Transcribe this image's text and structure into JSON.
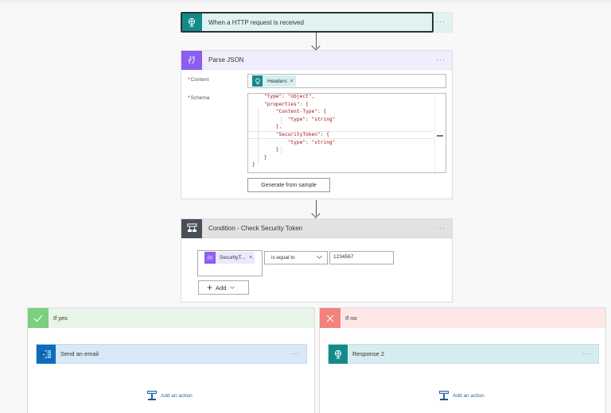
{
  "trigger": {
    "title": "When a HTTP request is received",
    "icon": "globe-request-icon",
    "more": "···",
    "color": "#138a8a"
  },
  "parse_json": {
    "title": "Parse JSON",
    "icon": "braces-variable-icon",
    "icon_glyph": "{⁄}",
    "more": "···",
    "content_label": "Content",
    "schema_label": "Schema",
    "required_mark": "*",
    "content_token": {
      "label": "Headers",
      "remove": "×"
    },
    "schema_lines": [
      "    \"type\": \"object\",",
      "    \"properties\": {",
      "        \"Content-Type\": {",
      "            \"type\": \"string\"",
      "        },",
      "        \"SecurityToken\": {",
      "            \"type\": \"string\"",
      "        }",
      "    }",
      "}"
    ],
    "generate_button": "Generate from sample",
    "color": "#8b5df0"
  },
  "condition": {
    "title": "Condition - Check Security Token",
    "icon": "condition-icon",
    "more": "···",
    "left_token": {
      "label": "SecurityT...",
      "remove": "×",
      "icon_glyph": "{x}"
    },
    "operator": "is equal to",
    "value": "1234567",
    "add_button": "Add"
  },
  "branches": {
    "yes": {
      "title": "If yes",
      "icon": "check-icon",
      "action": {
        "title": "Send an email",
        "icon": "outlook-icon",
        "more": "···"
      },
      "add_action": "Add an action"
    },
    "no": {
      "title": "If no",
      "icon": "close-icon",
      "action": {
        "title": "Response 2",
        "icon": "globe-response-icon",
        "more": "···"
      },
      "add_action": "Add an action"
    }
  }
}
